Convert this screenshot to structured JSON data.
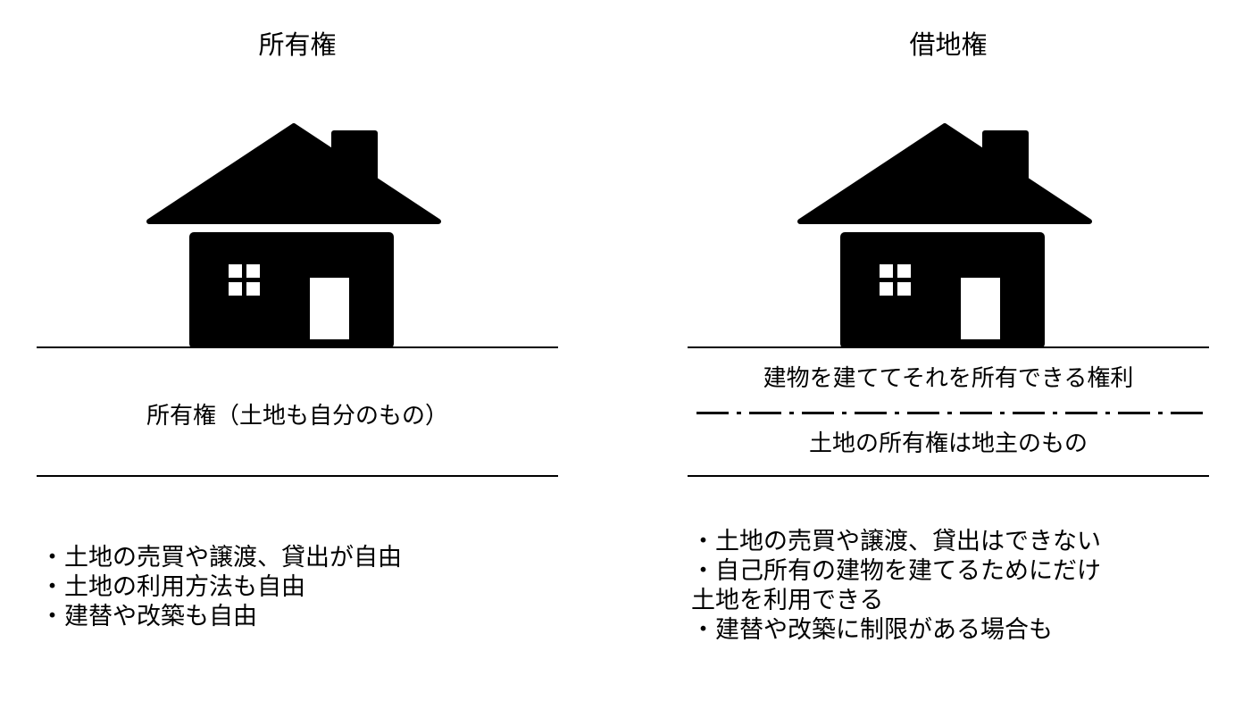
{
  "colors": {
    "ink": "#000000",
    "background": "#ffffff"
  },
  "left": {
    "title": "所有権",
    "house_icon": "house-icon",
    "band_text": "所有権（土地も自分のもの）",
    "bullets": [
      "・土地の売買や譲渡、貸出が自由",
      "・土地の利用方法も自由",
      "・建替や改築も自由"
    ]
  },
  "right": {
    "title": "借地権",
    "house_icon": "house-icon",
    "band_upper": "建物を建ててそれを所有できる権利",
    "band_lower": "土地の所有権は地主のもの",
    "bullets": [
      "・土地の売買や譲渡、貸出はできない",
      "・自己所有の建物を建てるためにだけ",
      "土地を利用できる",
      "・建替や改築に制限がある場合も"
    ]
  }
}
